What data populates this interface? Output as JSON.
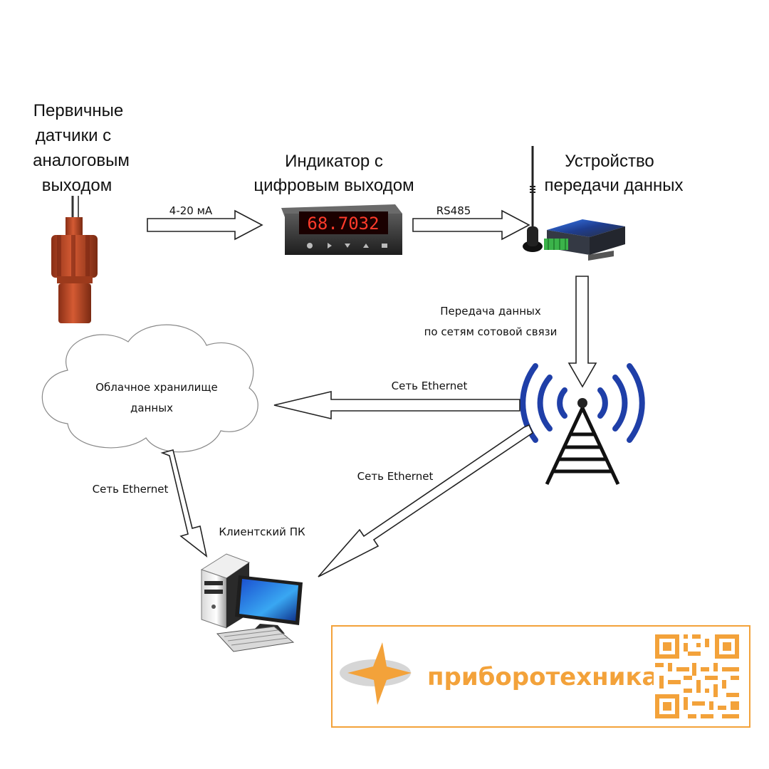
{
  "nodes": {
    "sensor": {
      "label_lines": [
        "Первичные",
        "датчики с",
        "аналоговым",
        "выходом"
      ]
    },
    "indicator": {
      "label_lines": [
        "Индикатор с",
        "цифровым выходом"
      ],
      "display_value": "68.7032"
    },
    "transmitter": {
      "label_lines": [
        "Устройство",
        "передачи данных"
      ]
    },
    "cloud": {
      "label_lines": [
        "Облачное хранилище",
        "данных"
      ]
    },
    "client_pc": {
      "label": "Клиентский ПК"
    },
    "tower": {
      "icon": "cell-tower-icon"
    }
  },
  "edges": {
    "sensor_to_indicator": "4-20 мА",
    "indicator_to_transmitter": "RS485",
    "transmitter_to_tower_lines": [
      "Передача данных",
      "по сетям сотовой связи"
    ],
    "tower_to_cloud": "Сеть Ethernet",
    "cloud_to_pc": "Сеть Ethernet",
    "tower_to_pc": "Сеть Ethernet"
  },
  "brand": {
    "name": "приборотехника",
    "color": "#f3a23a",
    "logo": "star-logo-icon",
    "qr": "qr-code-icon"
  },
  "colors": {
    "sensor_body": "#c8502e",
    "display_digits": "#ff3a2a",
    "tower_waves": "#1f3fa8",
    "transmitter_accent": "#2a5bd7",
    "terminal_green": "#3bb34a"
  }
}
